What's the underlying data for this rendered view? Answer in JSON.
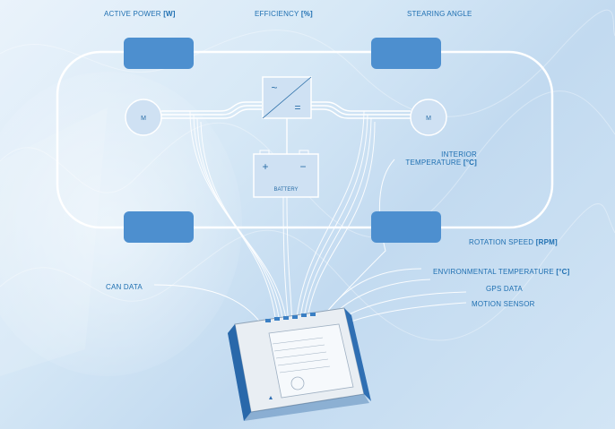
{
  "labels": {
    "active_power": "ACTIVE POWER",
    "active_power_unit": "[W]",
    "efficiency": "EFFICIENCY",
    "efficiency_unit": "[%]",
    "stearing_angle": "STEARING ANGLE",
    "interior_temp_line1": "INTERIOR",
    "interior_temp_line2": "TEMPERATURE",
    "interior_temp_unit": "[°C]",
    "rotation_speed": "ROTATION SPEED",
    "rotation_speed_unit": "[RPM]",
    "environmental_temp": "ENVIRONMENTAL TEMPERATURE",
    "environmental_temp_unit": "[°C]",
    "gps_data": "GPS DATA",
    "motion_sensor": "MOTION SENSOR",
    "can_data": "CAN DATA"
  },
  "nodes": {
    "motor_left": "M",
    "motor_right": "M",
    "battery": "BATTERY",
    "battery_plus": "+",
    "battery_minus": "−",
    "inverter_top": "~",
    "inverter_bottom": "="
  },
  "colors": {
    "accent": "#1e6fb1",
    "sensor_box": "#4d8fcf",
    "line": "#ffffff"
  }
}
